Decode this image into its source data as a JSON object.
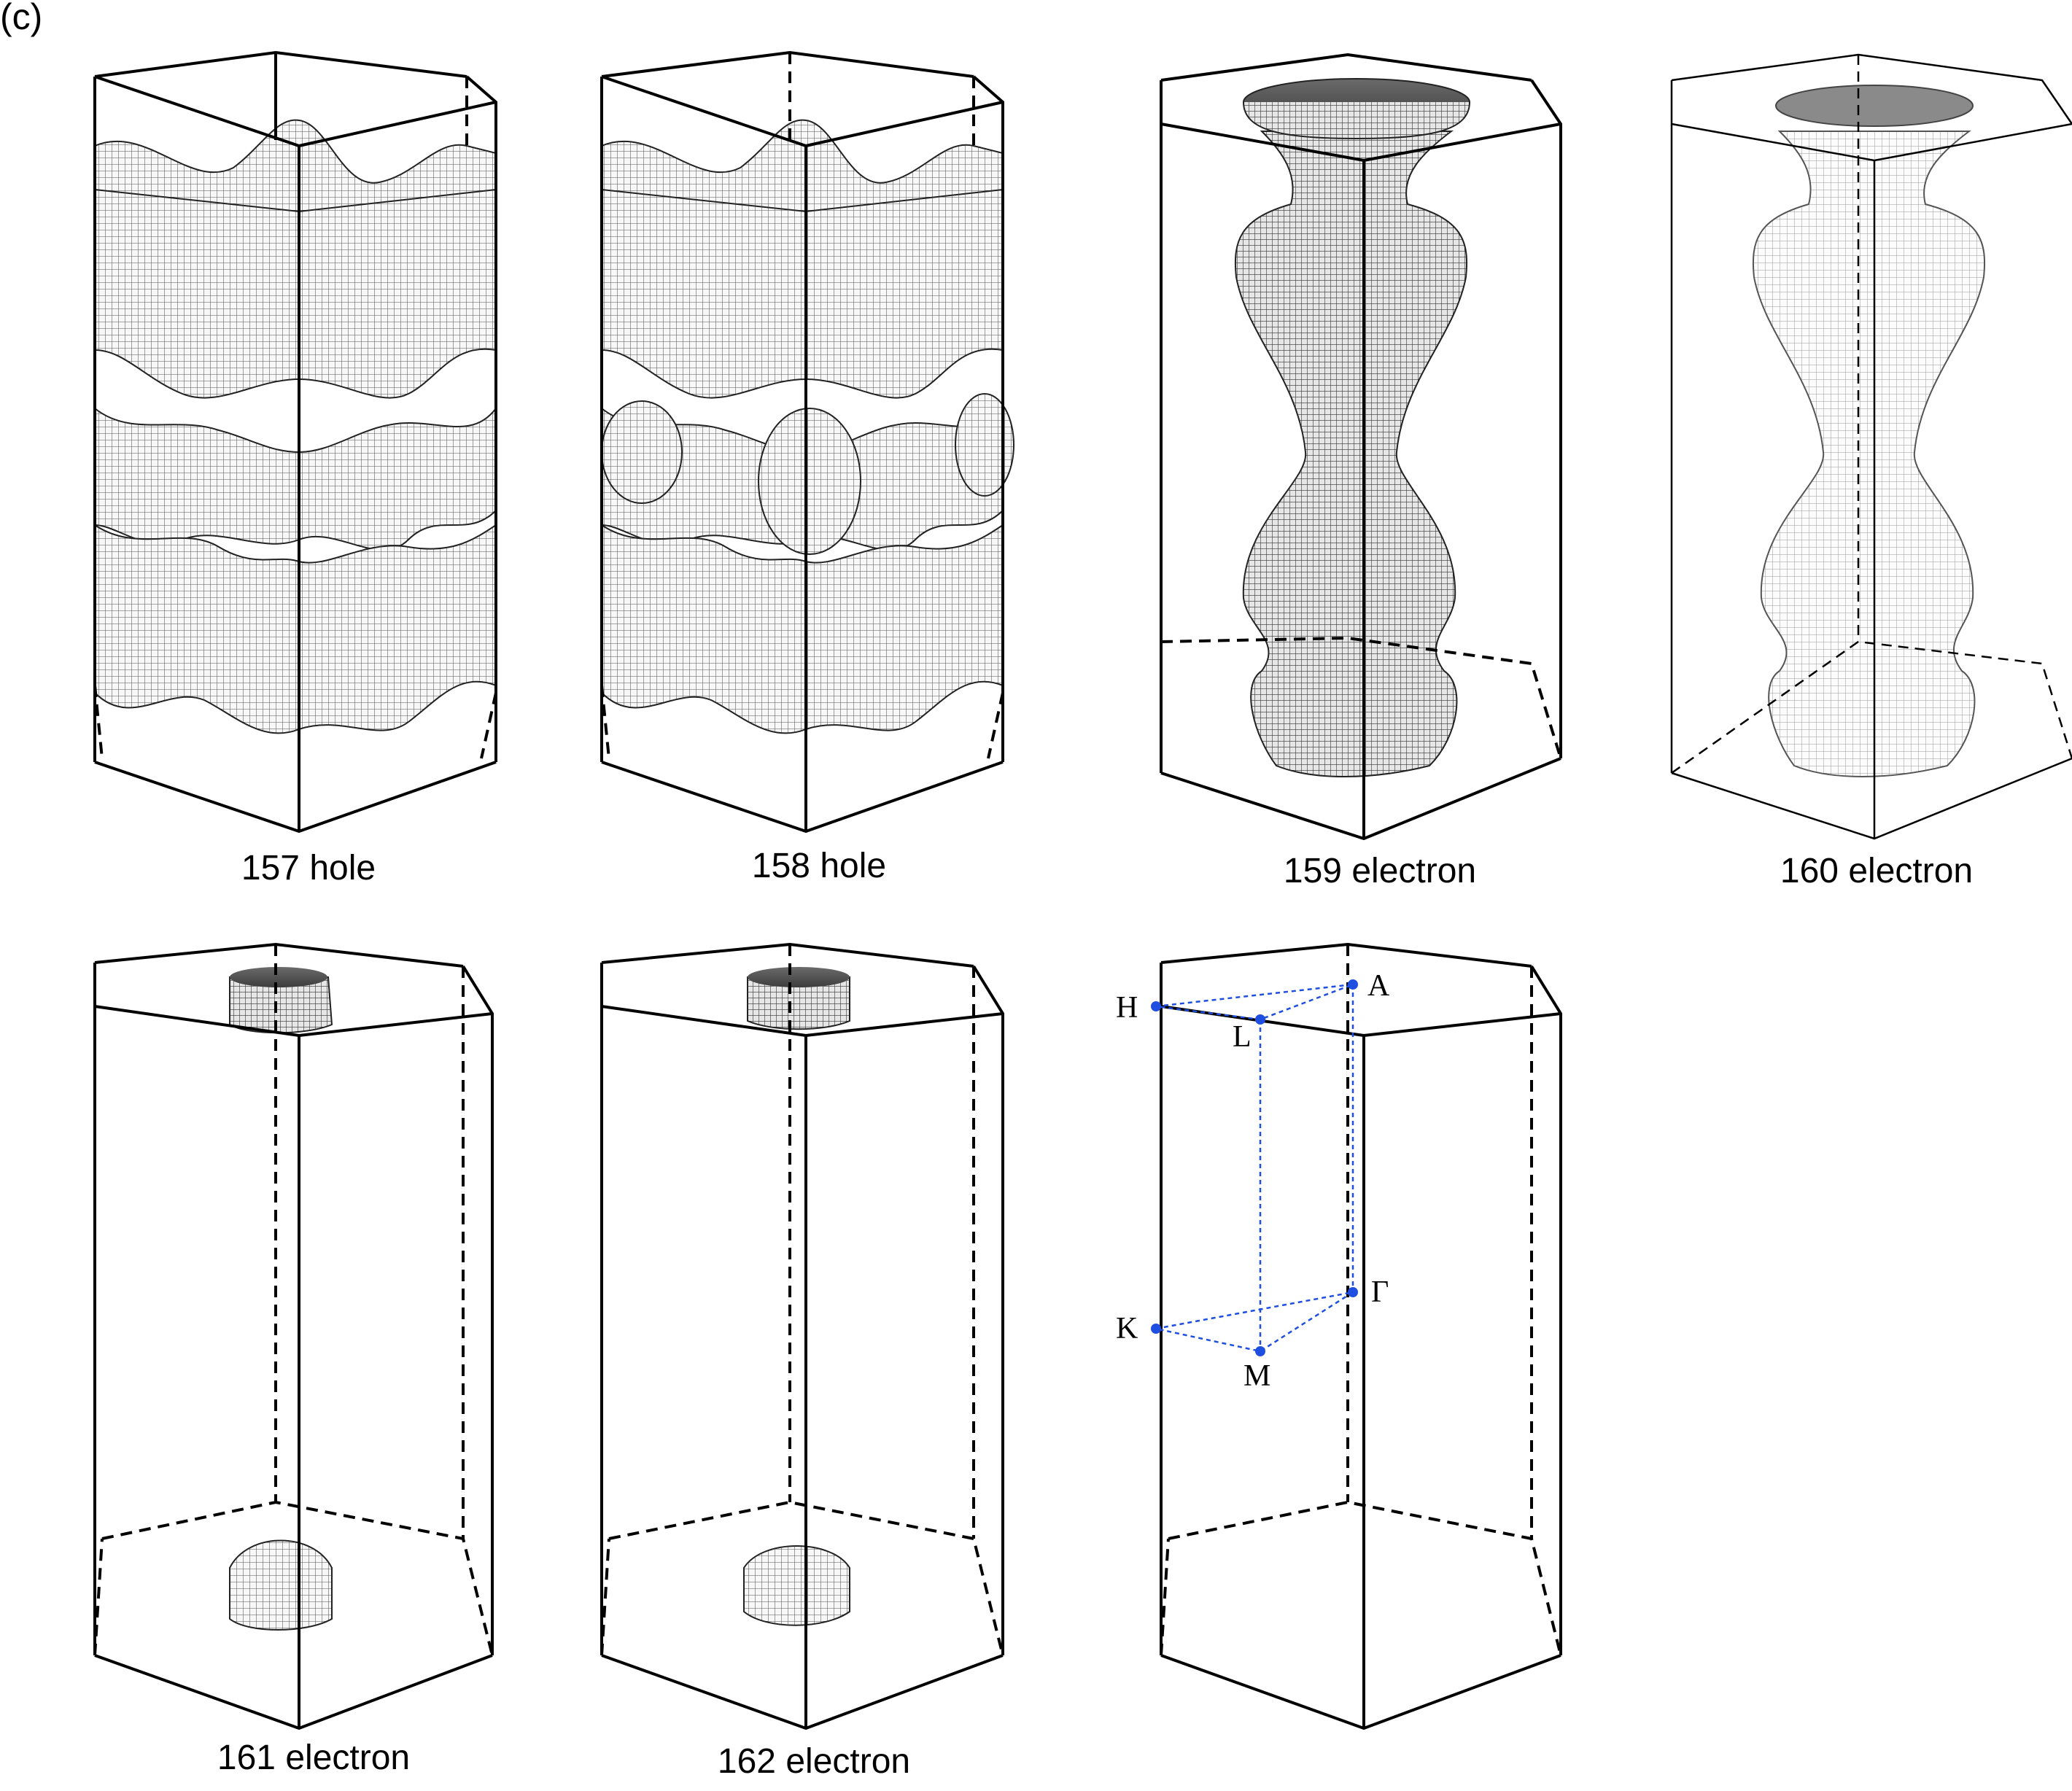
{
  "panel_label": "(c)",
  "bands": [
    {
      "label": "157 hole",
      "type": "hole"
    },
    {
      "label": "158 hole",
      "type": "hole"
    },
    {
      "label": "159 electron",
      "type": "electron"
    },
    {
      "label": "160 electron",
      "type": "electron"
    },
    {
      "label": "161 electron",
      "type": "electron"
    },
    {
      "label": "162 electron",
      "type": "electron"
    }
  ],
  "kpath_points": [
    "H",
    "A",
    "L",
    "Γ",
    "K",
    "M"
  ],
  "colors": {
    "line": "#000000",
    "kpath": "#1f4fe0",
    "surface_dark": "#555555",
    "surface_light": "#f2f2f2"
  }
}
